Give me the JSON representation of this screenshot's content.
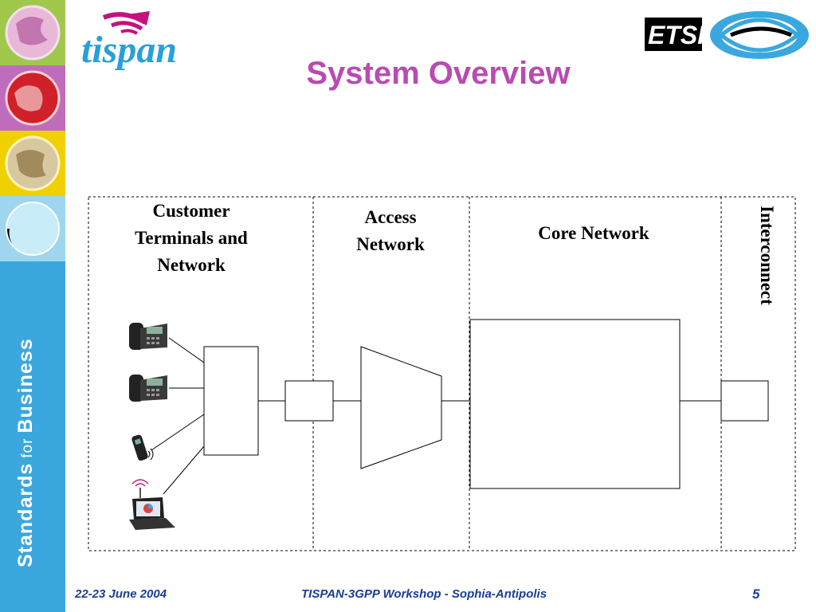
{
  "slide": {
    "title": "System Overview",
    "sidebar_text": {
      "standards": "Standards",
      "for": "for",
      "business": "Business"
    },
    "logos": {
      "tispan": "tispan",
      "etsi": "ETSI"
    }
  },
  "diagram": {
    "segments": {
      "customer": "Customer Terminals and Network",
      "customer_lines": [
        "Customer",
        "Terminals and",
        "Network"
      ],
      "access": "Access Network",
      "access_lines": [
        "Access",
        "Network"
      ],
      "core": "Core Network",
      "interconnect": "Interconnect"
    },
    "terminals": [
      "desk-phone",
      "desk-phone",
      "mobile-phone",
      "wireless-laptop"
    ]
  },
  "footer": {
    "date": "22-23 June 2004",
    "event": "TISPAN-3GPP Workshop - Sophia-Antipolis",
    "page": "5"
  },
  "colors": {
    "title": "#b94bb1",
    "sidebar": "#3aa8de",
    "footer": "#1a3d9a"
  }
}
